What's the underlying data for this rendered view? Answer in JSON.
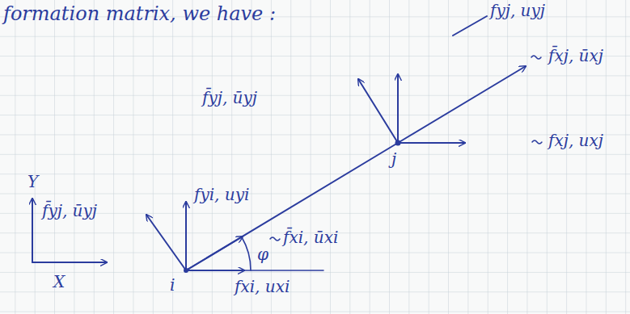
{
  "diagram": {
    "labels": [
      "formation matrix, we have :",
      "fyj, uyj",
      "f̄xj, ūxj",
      "f̄yj, ūyj",
      "fxj, uxj",
      "j",
      "Y",
      "fyi, uyi",
      "f̄yj, ūyj",
      "f̄xi, ūxi",
      "φ",
      "X",
      "i",
      "fxi, uxi"
    ]
  }
}
